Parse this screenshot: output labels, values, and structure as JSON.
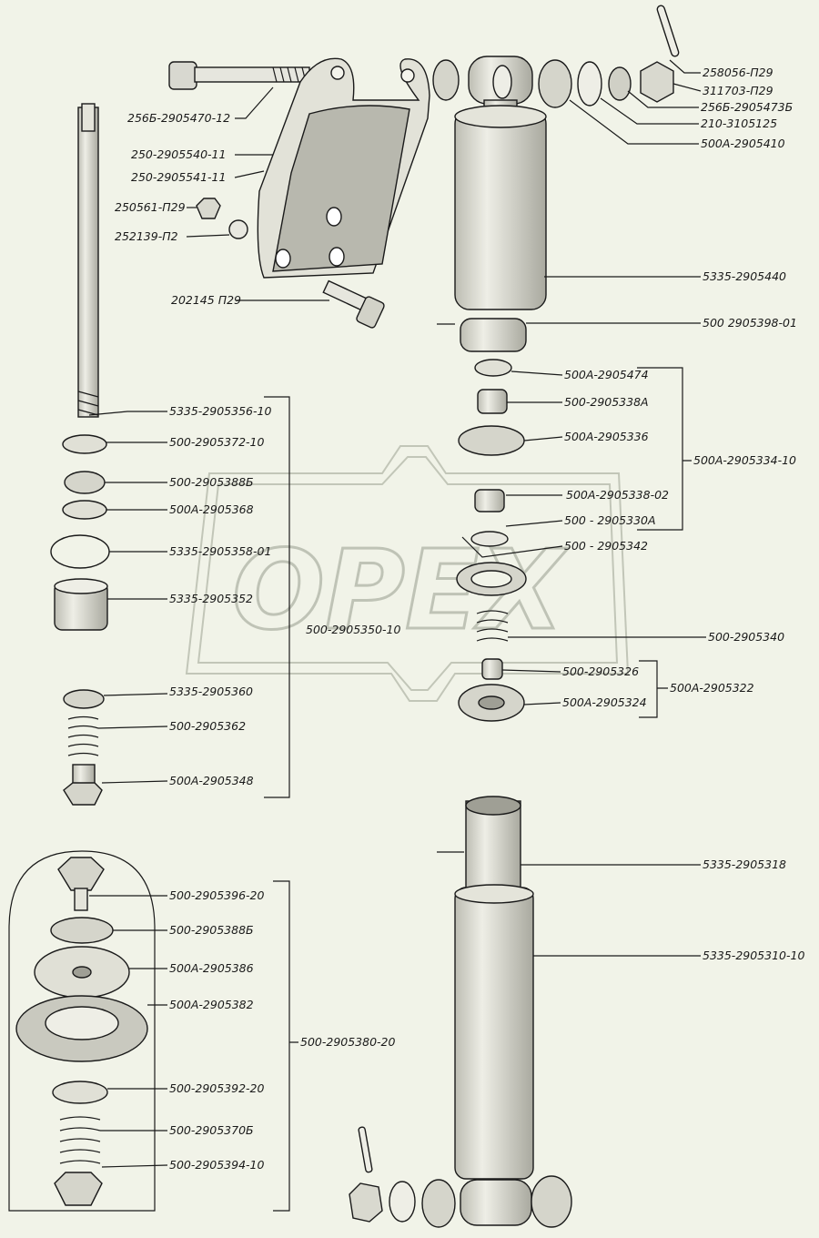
{
  "watermark": "OPEX",
  "colors": {
    "background": "#f1f3e8",
    "ink": "#1a1a1a",
    "part_fill": "#e8e8e0",
    "shade": "#b8b8ae"
  },
  "labels": {
    "l1": "258056-П29",
    "l2": "311703-П29",
    "l3": "256Б-2905473Б",
    "l4": "210-3105125",
    "l5": "500А-2905410",
    "l6": "256Б-2905470-12",
    "l7": "250-2905540-11",
    "l8": "250-2905541-11",
    "l9": "250561-П29",
    "l10": "252139-П2",
    "l11": "202145 П29",
    "l12": "5335-2905440",
    "l13": "500 2905398-01",
    "l14": "500А-2905474",
    "l15": "500-2905338А",
    "l16": "500А-2905336",
    "l17": "500А-2905334-10",
    "l18": "500А-2905338-02",
    "l19": "500 - 2905330А",
    "l20": "500 - 2905342",
    "l21": "500-2905340",
    "l22": "500-2905350-10",
    "l23": "500-2905326",
    "l24": "500А-2905322",
    "l25": "500А-2905324",
    "l26": "5335-2905356-10",
    "l27": "500-2905372-10",
    "l28": "500-2905388Б",
    "l29": "500А-2905368",
    "l30": "5335-2905358-01",
    "l31": "5335-2905352",
    "l32": "5335-2905360",
    "l33": "500-2905362",
    "l34": "500А-2905348",
    "l35": "500-2905396-20",
    "l36": "500-2905388Б",
    "l37": "500А-2905386",
    "l38": "500А-2905382",
    "l39": "500-2905380-20",
    "l40": "500-2905392-20",
    "l41": "500-2905370Б",
    "l42": "500-2905394-10",
    "l43": "5335-2905318",
    "l44": "5335-2905310-10"
  }
}
